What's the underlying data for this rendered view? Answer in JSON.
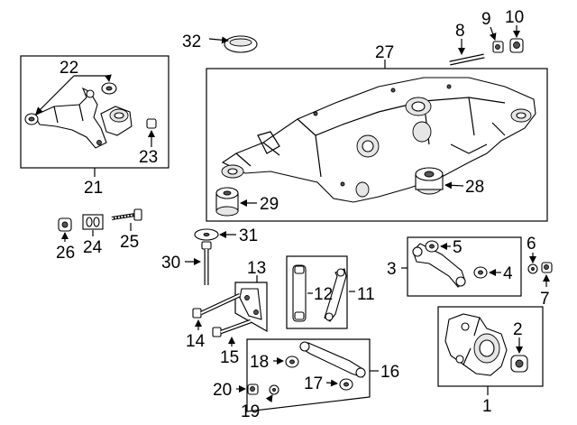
{
  "diagram": {
    "callouts": {
      "c1": "1",
      "c2": "2",
      "c3": "3",
      "c4": "4",
      "c5": "5",
      "c6": "6",
      "c7": "7",
      "c8": "8",
      "c9": "9",
      "c10": "10",
      "c11": "11",
      "c12": "12",
      "c13": "13",
      "c14": "14",
      "c15": "15",
      "c16": "16",
      "c17": "17",
      "c18": "18",
      "c19": "19",
      "c20": "20",
      "c21": "21",
      "c22": "22",
      "c23": "23",
      "c24": "24",
      "c25": "25",
      "c26": "26",
      "c27": "27",
      "c28": "28",
      "c29": "29",
      "c30": "30",
      "c31": "31",
      "c32": "32"
    }
  }
}
